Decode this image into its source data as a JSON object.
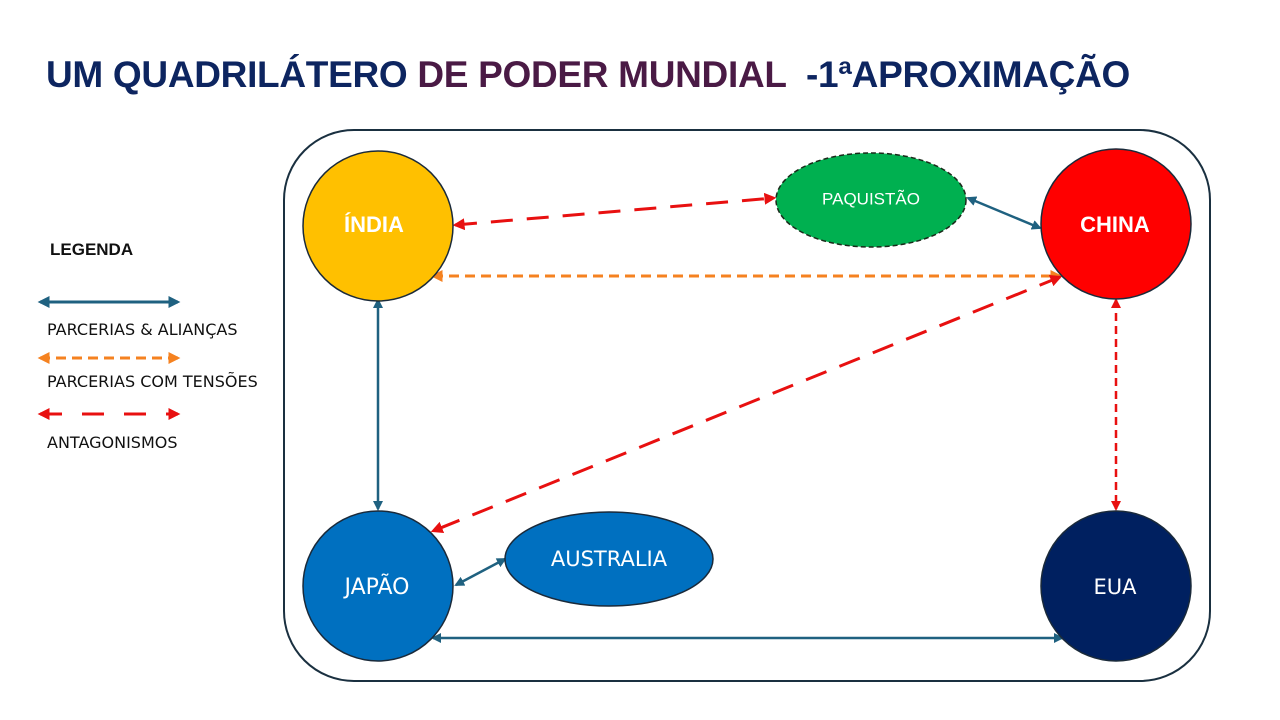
{
  "title": {
    "part1": "UM QUADRILÁTERO ",
    "part2": "DE PODER MUNDIAL",
    "part3": "  -1ªAPROXIMAÇÃO"
  },
  "legend": {
    "title": "LEGENDA",
    "items": [
      {
        "label": "PARCERIAS  & ALIANÇAS",
        "style": "solid",
        "color": "#1f6180"
      },
      {
        "label": "PARCERIAS COM TENSÕES",
        "style": "dashed",
        "color": "#f58220"
      },
      {
        "label": "ANTAGONISMOS",
        "style": "long-dashed",
        "color": "#e81010"
      }
    ]
  },
  "nodes": {
    "india": {
      "label": "ÍNDIA",
      "color": "#FFC000"
    },
    "china": {
      "label": "CHINA",
      "color": "#FF0000"
    },
    "paquistao": {
      "label": "PAQUISTÃO",
      "color": "#00B050"
    },
    "japao": {
      "label": "JAPÃO",
      "color": "#0070C0"
    },
    "australia": {
      "label": "AUSTRALIA",
      "color": "#0070C0"
    },
    "eua": {
      "label": "EUA",
      "color": "#002060"
    }
  }
}
